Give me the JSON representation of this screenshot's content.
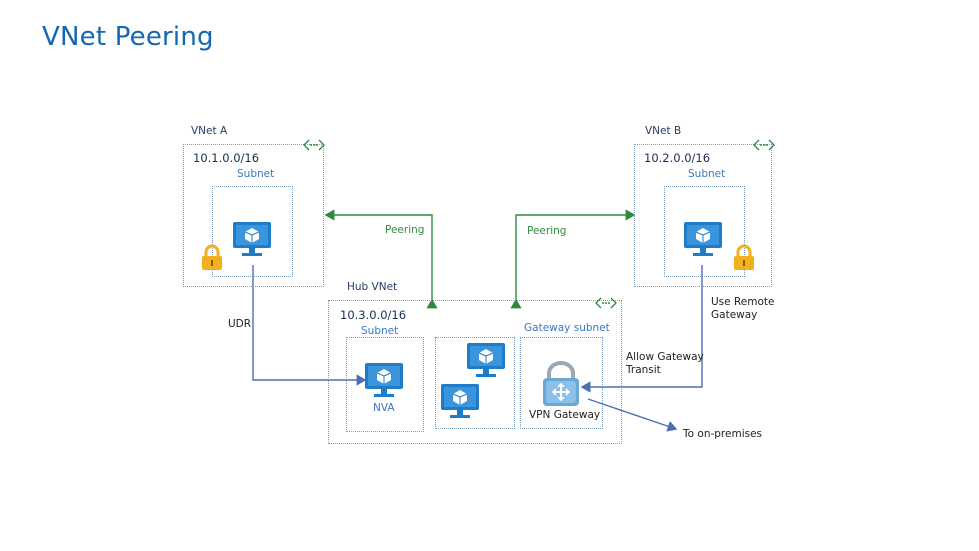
{
  "title": "VNet Peering",
  "vnet_a": {
    "name": "VNet A",
    "cidr": "10.1.0.0/16",
    "subnet": "Subnet"
  },
  "vnet_b": {
    "name": "VNet B",
    "cidr": "10.2.0.0/16",
    "subnet": "Subnet"
  },
  "hub": {
    "name": "Hub VNet",
    "cidr": "10.3.0.0/16",
    "subnet": "Subnet",
    "gateway_subnet": "Gateway subnet",
    "nva": "NVA",
    "vpn_gateway": "VPN Gateway"
  },
  "connections": {
    "peering_left": "Peering",
    "peering_right": "Peering",
    "udr": "UDR",
    "use_remote_gateway": [
      "Use Remote",
      "Gateway"
    ],
    "allow_gateway_transit": [
      "Allow Gateway",
      "Transit"
    ],
    "on_premises": "To on-premises"
  },
  "colors": {
    "title": "#1467b3",
    "peering_line": "#2f8a3d",
    "route_line": "#4a6fb5",
    "vm_blue": "#1f7cc8",
    "lock": "#f2b01e",
    "gateway": "#6aa8d8"
  },
  "icons": [
    "vnet-brackets-icon",
    "virtual-machine-icon",
    "lock-icon",
    "vpn-gateway-icon"
  ]
}
